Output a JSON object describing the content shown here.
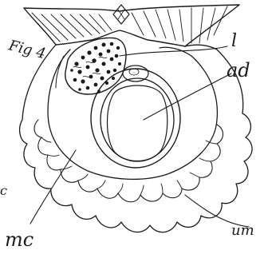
{
  "figure": {
    "fig_label": "Fig 4",
    "labels": {
      "l": "l",
      "ad": "ad",
      "mc": "mc",
      "um": "um",
      "edge_fragment": "c"
    }
  }
}
